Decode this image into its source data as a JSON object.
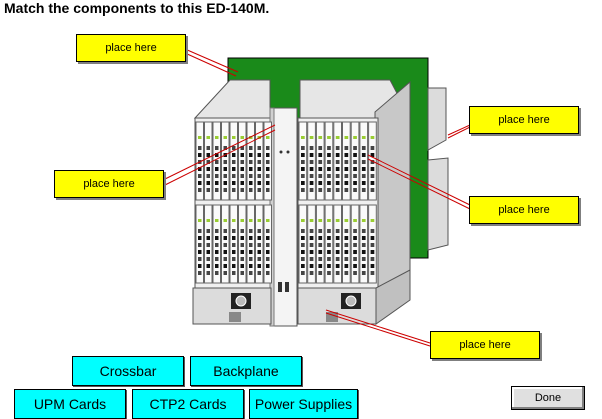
{
  "title": "Match the components to this ED-140M.",
  "drop_targets": [
    {
      "label": "place here"
    },
    {
      "label": "place here"
    },
    {
      "label": "place here"
    },
    {
      "label": "place here"
    },
    {
      "label": "place here"
    }
  ],
  "drag_items": {
    "crossbar": "Crossbar",
    "backplane": "Backplane",
    "upm_cards": "UPM Cards",
    "ctp2_cards": "CTP2 Cards",
    "power_supplies": "Power Supplies"
  },
  "done_label": "Done",
  "colors": {
    "target_yellow": "#ffff00",
    "item_cyan": "#00ffff",
    "backplane_green": "#1a8a1a",
    "leader_red": "#cc0000"
  }
}
